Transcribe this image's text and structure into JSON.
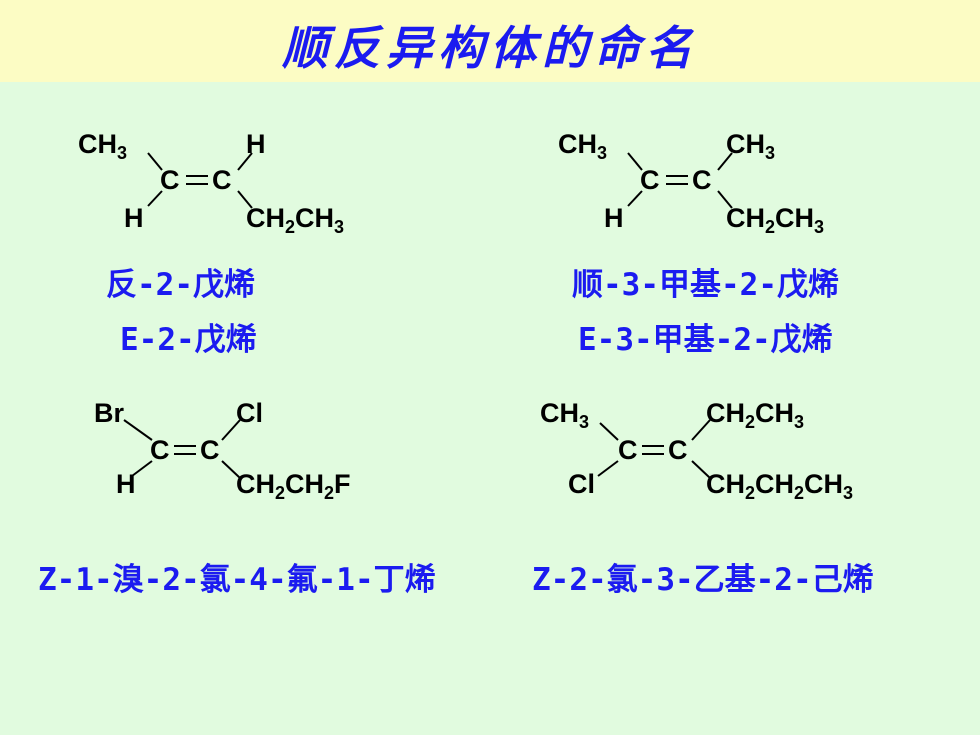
{
  "title": "顺反异构体的命名",
  "molecules": [
    {
      "top_left": "CH3",
      "top_right": "H",
      "bottom_left": "H",
      "bottom_right": "CH2CH3",
      "c1": "C",
      "c2": "C",
      "names": [
        "反-2-戊烯",
        "E-2-戊烯"
      ]
    },
    {
      "top_left": "CH3",
      "top_right": "CH3",
      "bottom_left": "H",
      "bottom_right": "CH2CH3",
      "c1": "C",
      "c2": "C",
      "names": [
        "顺-3-甲基-2-戊烯",
        "E-3-甲基-2-戊烯"
      ]
    },
    {
      "top_left": "Br",
      "top_right": "Cl",
      "bottom_left": "H",
      "bottom_right": "CH2CH2F",
      "c1": "C",
      "c2": "C",
      "names": [
        "Z-1-溴-2-氯-4-氟-1-丁烯"
      ]
    },
    {
      "top_left": "CH3",
      "top_right": "CH2CH3",
      "bottom_left": "Cl",
      "bottom_right": "CH2CH2CH3",
      "c1": "C",
      "c2": "C",
      "names": [
        "Z-2-氯-3-乙基-2-己烯"
      ]
    }
  ]
}
